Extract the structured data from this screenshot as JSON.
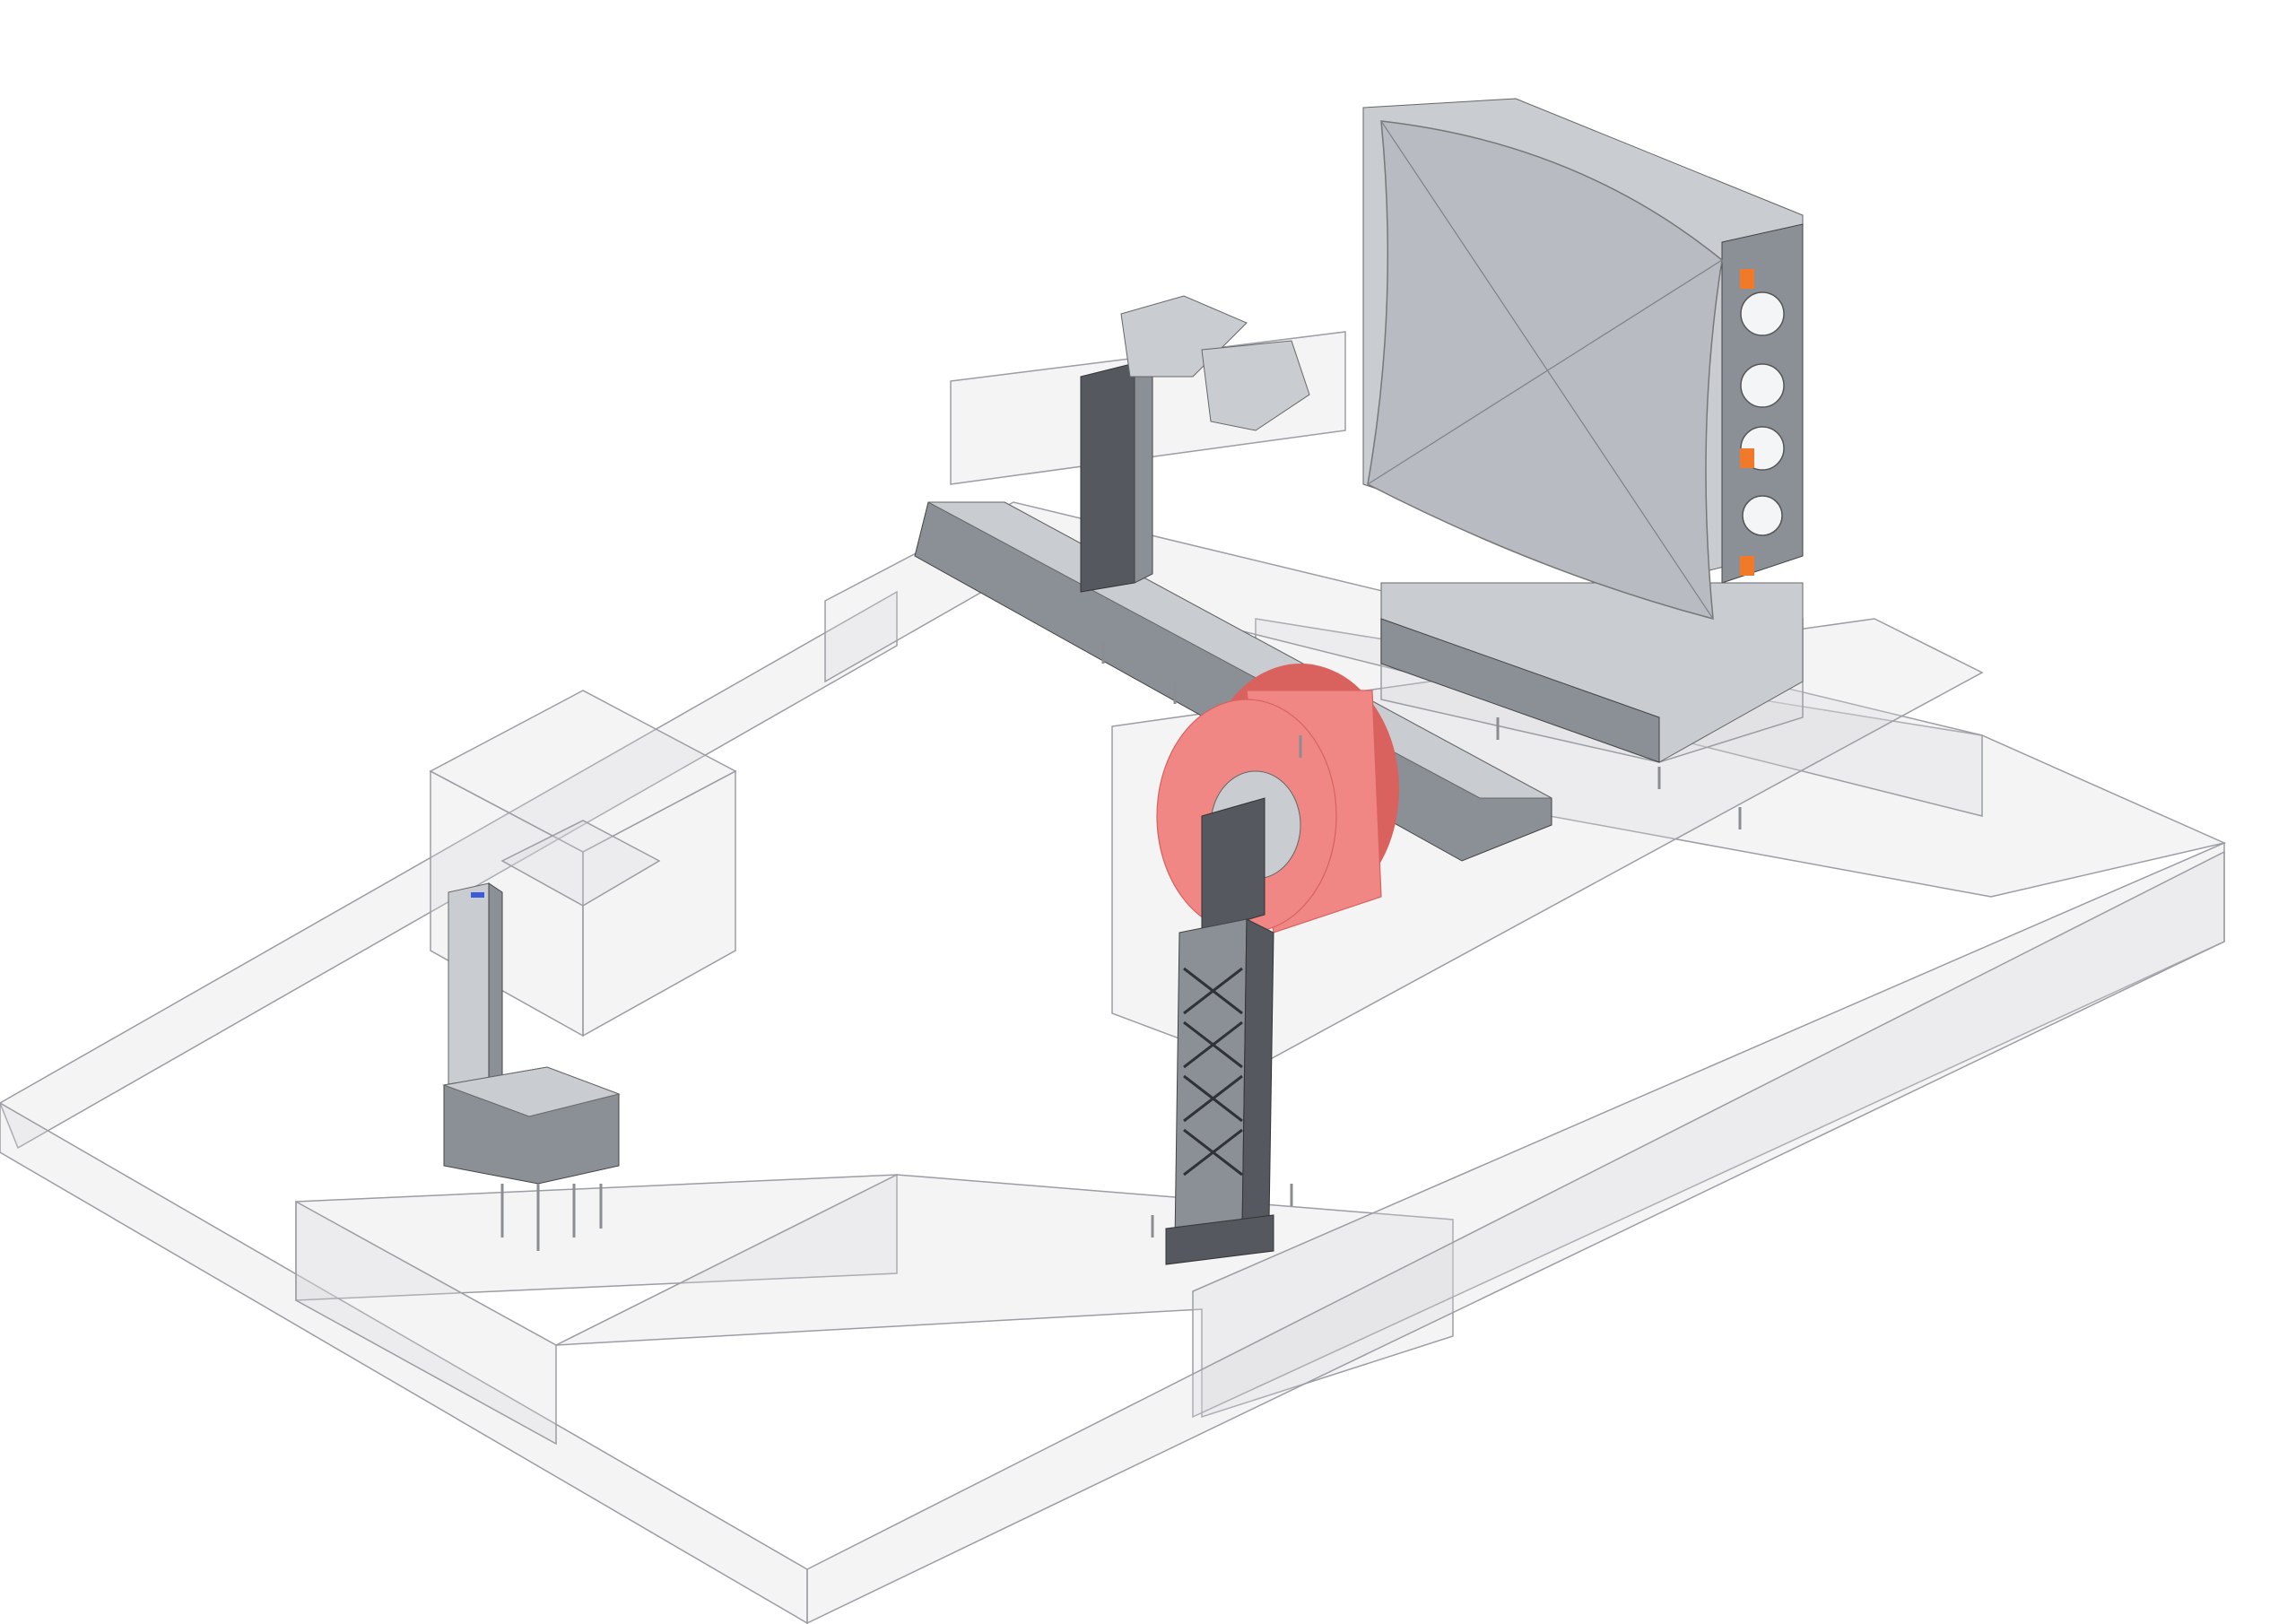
{
  "scene": {
    "background": "#ffffff",
    "colors": {
      "foundation_fill": "#d7d9dc",
      "foundation_stroke": "#9a9da3",
      "steel_dark": "#55595f",
      "steel_mid": "#8b9096",
      "steel_light": "#c9ccd1",
      "reflector": "#b8bcc2",
      "drum": "#f08784",
      "drum_dark": "#d9625f",
      "accent_orange": "#f07a2a",
      "accent_blue": "#3b5bd8"
    },
    "components": [
      {
        "id": "foundation-slab",
        "kind": "transparent concrete foundation"
      },
      {
        "id": "reflector",
        "kind": "large square reflector on support frame"
      },
      {
        "id": "horn-feed",
        "kind": "feed horns on mast over linear rail"
      },
      {
        "id": "drum-positioner",
        "kind": "rotary drum on lattice tower"
      },
      {
        "id": "probe-column",
        "kind": "probe column on base"
      }
    ]
  }
}
